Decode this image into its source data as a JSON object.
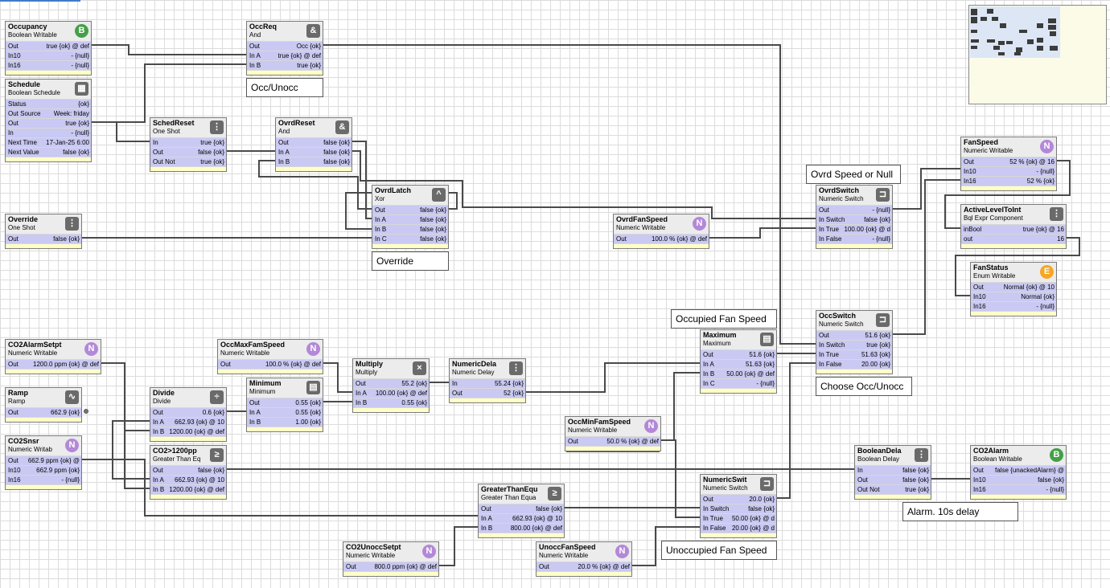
{
  "blocks": {
    "occupancy": {
      "name": "Occupancy",
      "type": "Boolean Writable",
      "icon": "B",
      "slots": [
        {
          "n": "Out",
          "v": "true {ok} @ def"
        },
        {
          "n": "In10",
          "v": "- {null}"
        },
        {
          "n": "In16",
          "v": "- {null}"
        }
      ]
    },
    "schedule": {
      "name": "Schedule",
      "type": "Boolean Schedule",
      "icon": "▦",
      "slots": [
        {
          "n": "Status",
          "v": "{ok}"
        },
        {
          "n": "Out Source",
          "v": "Week: friday"
        },
        {
          "n": "Out",
          "v": "true {ok}"
        },
        {
          "n": "In",
          "v": "- {null}"
        },
        {
          "n": "Next Time",
          "v": "17-Jan-25 6:00"
        },
        {
          "n": "Next Value",
          "v": "false {ok}"
        }
      ]
    },
    "occreq": {
      "name": "OccReq",
      "type": "And",
      "icon": "&",
      "slots": [
        {
          "n": "Out",
          "v": "Occ {ok}"
        },
        {
          "n": "In A",
          "v": "true {ok} @ def"
        },
        {
          "n": "In B",
          "v": "true {ok}"
        }
      ]
    },
    "schedreset": {
      "name": "SchedReset",
      "type": "One Shot",
      "icon": "⋮",
      "slots": [
        {
          "n": "In",
          "v": "true {ok}"
        },
        {
          "n": "Out",
          "v": "false {ok}"
        },
        {
          "n": "Out Not",
          "v": "true {ok}"
        }
      ]
    },
    "ovrdreset": {
      "name": "OvrdReset",
      "type": "And",
      "icon": "&",
      "slots": [
        {
          "n": "Out",
          "v": "false {ok}"
        },
        {
          "n": "In A",
          "v": "false {ok}"
        },
        {
          "n": "In B",
          "v": "false {ok}"
        }
      ]
    },
    "ovrdlatch": {
      "name": "OvrdLatch",
      "type": "Xor",
      "icon": "^",
      "slots": [
        {
          "n": "Out",
          "v": "false {ok}"
        },
        {
          "n": "In A",
          "v": "false {ok}"
        },
        {
          "n": "In B",
          "v": "false {ok}"
        },
        {
          "n": "In C",
          "v": "false {ok}"
        }
      ]
    },
    "override": {
      "name": "Override",
      "type": "One Shot",
      "icon": "⋮",
      "slots": [
        {
          "n": "Out",
          "v": "false {ok}"
        }
      ]
    },
    "ovrdfanspeed": {
      "name": "OvrdFanSpeed",
      "type": "Numeric Writable",
      "icon": "N",
      "slots": [
        {
          "n": "Out",
          "v": "100.0 % {ok} @ def"
        }
      ]
    },
    "ovrdswitch": {
      "name": "OvrdSwitch",
      "type": "Numeric Switch",
      "icon": "⊐",
      "slots": [
        {
          "n": "Out",
          "v": "- {null}"
        },
        {
          "n": "In Switch",
          "v": "false {ok}"
        },
        {
          "n": "In True",
          "v": "100.00 {ok} @ d"
        },
        {
          "n": "In False",
          "v": "- {null}"
        }
      ]
    },
    "fanspeed": {
      "name": "FanSpeed",
      "type": "Numeric Writable",
      "icon": "N",
      "slots": [
        {
          "n": "Out",
          "v": "52 % {ok} @ 16"
        },
        {
          "n": "In10",
          "v": "- {null}"
        },
        {
          "n": "In16",
          "v": "52 % {ok}"
        }
      ]
    },
    "activelevel": {
      "name": "ActiveLevelToInt",
      "type": "Bql Expr Component",
      "icon": "⋮",
      "slots": [
        {
          "n": "inBool",
          "v": "true {ok} @ 16"
        },
        {
          "n": "out",
          "v": "16"
        }
      ]
    },
    "fanstatus": {
      "name": "FanStatus",
      "type": "Enum Writable",
      "icon": "E",
      "slots": [
        {
          "n": "Out",
          "v": "Normal {ok} @ 10"
        },
        {
          "n": "In10",
          "v": "Normal {ok}"
        },
        {
          "n": "In16",
          "v": "- {null}"
        }
      ]
    },
    "occswitch": {
      "name": "OccSwitch",
      "type": "Numeric Switch",
      "icon": "⊐",
      "slots": [
        {
          "n": "Out",
          "v": "51.6 {ok}"
        },
        {
          "n": "In Switch",
          "v": "true {ok}"
        },
        {
          "n": "In True",
          "v": "51.63 {ok}"
        },
        {
          "n": "In False",
          "v": "20.00 {ok}"
        }
      ]
    },
    "maximum": {
      "name": "Maximum",
      "type": "Maximum",
      "icon": "▤",
      "slots": [
        {
          "n": "Out",
          "v": "51.6 {ok}"
        },
        {
          "n": "In A",
          "v": "51.63 {ok}"
        },
        {
          "n": "In B",
          "v": "50.00 {ok} @ def"
        },
        {
          "n": "In C",
          "v": "- {null}"
        }
      ]
    },
    "co2alarmsetpt": {
      "name": "CO2AlarmSetpt",
      "type": "Numeric Writable",
      "icon": "N",
      "slots": [
        {
          "n": "Out",
          "v": "1200.0 ppm {ok} @ def"
        }
      ]
    },
    "occmaxfamspeed": {
      "name": "OccMaxFamSpeed",
      "type": "Numeric Writable",
      "icon": "N",
      "slots": [
        {
          "n": "Out",
          "v": "100.0 % {ok} @ def"
        }
      ]
    },
    "multiply": {
      "name": "Multiply",
      "type": "Multiply",
      "icon": "×",
      "slots": [
        {
          "n": "Out",
          "v": "55.2 {ok}"
        },
        {
          "n": "In A",
          "v": "100.00 {ok} @ def"
        },
        {
          "n": "In B",
          "v": "0.55 {ok}"
        }
      ]
    },
    "numericdelay": {
      "name": "NumericDela",
      "type": "Numeric Delay",
      "icon": "⋮",
      "slots": [
        {
          "n": "In",
          "v": "55.24 {ok}"
        },
        {
          "n": "Out",
          "v": "52 {ok}"
        }
      ]
    },
    "ramp": {
      "name": "Ramp",
      "type": "Ramp",
      "icon": "∿",
      "slots": [
        {
          "n": "Out",
          "v": "662.9 {ok}"
        }
      ]
    },
    "divide": {
      "name": "Divide",
      "type": "Divide",
      "icon": "÷",
      "slots": [
        {
          "n": "Out",
          "v": "0.6 {ok}"
        },
        {
          "n": "In A",
          "v": "662.93 {ok} @ 10"
        },
        {
          "n": "In B",
          "v": "1200.00 {ok} @ def"
        }
      ]
    },
    "minimum": {
      "name": "Minimum",
      "type": "Minimum",
      "icon": "▤",
      "slots": [
        {
          "n": "Out",
          "v": "0.55 {ok}"
        },
        {
          "n": "In A",
          "v": "0.55 {ok}"
        },
        {
          "n": "In B",
          "v": "1.00 {ok}"
        }
      ]
    },
    "occminfamspeed": {
      "name": "OccMinFamSpeed",
      "type": "Numeric Writable",
      "icon": "N",
      "slots": [
        {
          "n": "Out",
          "v": "50.0 % {ok} @ def"
        }
      ]
    },
    "co2snsr": {
      "name": "CO2Snsr",
      "type": "Numeric Writab",
      "icon": "N",
      "slots": [
        {
          "n": "Out",
          "v": "662.9 ppm {ok} @"
        },
        {
          "n": "In10",
          "v": "662.9 ppm {ok}"
        },
        {
          "n": "In16",
          "v": "- {null}"
        }
      ]
    },
    "co2gt": {
      "name": "CO2>1200pp",
      "type": "Greater Than Eq",
      "icon": "≥",
      "slots": [
        {
          "n": "Out",
          "v": "false {ok}"
        },
        {
          "n": "In A",
          "v": "662.93 {ok} @ 10"
        },
        {
          "n": "In B",
          "v": "1200.00 {ok} @ def"
        }
      ]
    },
    "greaterthan": {
      "name": "GreaterThanEqu",
      "type": "Greater Than Equa",
      "icon": "≥",
      "slots": [
        {
          "n": "Out",
          "v": "false {ok}"
        },
        {
          "n": "In A",
          "v": "662.93 {ok} @ 10"
        },
        {
          "n": "In B",
          "v": "800.00 {ok} @ def"
        }
      ]
    },
    "numericswitch": {
      "name": "NumericSwit",
      "type": "Numeric Switch",
      "icon": "⊐",
      "slots": [
        {
          "n": "Out",
          "v": "20.0 {ok}"
        },
        {
          "n": "In Switch",
          "v": "false {ok}"
        },
        {
          "n": "In True",
          "v": "50.00 {ok} @ d"
        },
        {
          "n": "In False",
          "v": "20.00 {ok} @ d"
        }
      ]
    },
    "booleandelay": {
      "name": "BooleanDela",
      "type": "Boolean Delay",
      "icon": "⋮",
      "slots": [
        {
          "n": "In",
          "v": "false {ok}"
        },
        {
          "n": "Out",
          "v": "false {ok}"
        },
        {
          "n": "Out Not",
          "v": "true {ok}"
        }
      ]
    },
    "co2alarm": {
      "name": "CO2Alarm",
      "type": "Boolean Writable",
      "icon": "B",
      "slots": [
        {
          "n": "Out",
          "v": "false {unackedAlarm} @"
        },
        {
          "n": "In10",
          "v": "false {ok}"
        },
        {
          "n": "In16",
          "v": "- {null}"
        }
      ]
    },
    "co2unoccsetpt": {
      "name": "CO2UnoccSetpt",
      "type": "Numeric Writable",
      "icon": "N",
      "slots": [
        {
          "n": "Out",
          "v": "800.0 ppm {ok} @ def"
        }
      ]
    },
    "unoccfanspeed": {
      "name": "UnoccFanSpeed",
      "type": "Numeric Writable",
      "icon": "N",
      "slots": [
        {
          "n": "Out",
          "v": "20.0 % {ok} @ def"
        }
      ]
    }
  },
  "notes": {
    "occunocc": "Occ/Unocc",
    "override": "Override",
    "ovrdspeed": "Ovrd Speed or Null",
    "occfan": "Occupied Fan Speed",
    "chooseocc": "Choose Occ/Unocc",
    "unoccfan": "Unoccupied Fan Speed",
    "alarm": "Alarm. 10s delay"
  }
}
